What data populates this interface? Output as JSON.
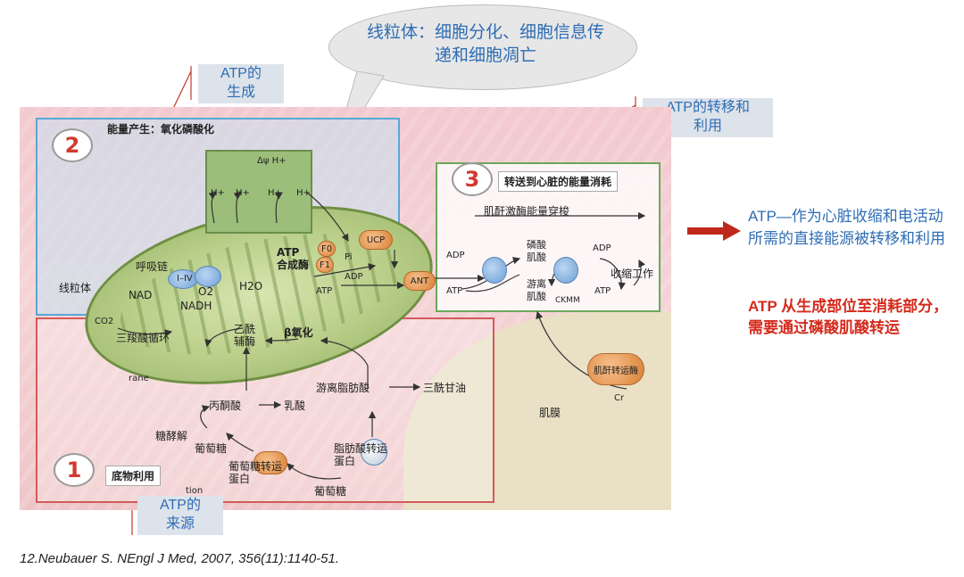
{
  "callouts": {
    "atp_generation": "ATP的\n生成",
    "atp_source": "ATP的\n来源",
    "atp_transfer": "ATP的转移和\n利用",
    "mitochondria_bubble": "线粒体：细胞分化、细胞信息传递和细胞凋亡"
  },
  "right_notes": {
    "blue": "ATP—作为心脏收缩和电活动所需的直接能源被转移和利用",
    "red": "ATP 从生成部位至消耗部分，需要通过磷酸肌酸转运"
  },
  "figure": {
    "panel1": {
      "number": "1",
      "title": "底物利用"
    },
    "panel2": {
      "number": "2",
      "title": "能量产生：氧化磷酸化"
    },
    "panel3": {
      "number": "3",
      "title": "转送到心脏的能量消耗"
    },
    "labels": {
      "mitochondrion": "线粒体",
      "respiratory_chain": "呼吸链",
      "complex": "I–IV",
      "nad": "NAD",
      "nadh": "NADH",
      "o2": "O2",
      "h2o": "H2O",
      "co2": "CO2",
      "h_plus": "H+",
      "delta_psi": "Δψ H+",
      "atp_synthase": "ATP\n合成酶",
      "fo": "F0",
      "f1": "F1",
      "pi": "Pi",
      "adp": "ADP",
      "atp": "ATP",
      "ucp": "UCP",
      "ant": "ANT",
      "tca": "三羧酸循环",
      "acetyl_coa": "乙酰\n辅酶",
      "beta_oxidation": "β氧化",
      "pyruvate": "丙酮酸",
      "lactate": "乳酸",
      "free_fatty_acid": "游离脂肪酸",
      "triglyceride": "三酰甘油",
      "glycolysis": "糖酵解",
      "glucose": "葡萄糖",
      "glucose_transporter": "葡萄糖转运\n蛋白",
      "fatty_acid_transporter": "脂肪酸转运\n蛋白",
      "glucose_bottom": "葡萄糖",
      "creatine_shuttle": "肌酐激酶能量穿梭",
      "phosphocreatine": "磷酸\n肌酸",
      "free_creatine": "游离\n肌酸",
      "ck_mm": "CKMM",
      "contraction": "收缩工作",
      "membrane": "肌膜",
      "creatine_transporter": "肌酐转运酶",
      "cr": "Cr",
      "membrane_fragment": "rane",
      "tion_fragment": "tion"
    }
  },
  "citation": "12.Neubauer S. NEngl J Med, 2007, 356(11):1140-51.",
  "colors": {
    "callout_text": "#2e6db5",
    "emphasis_red": "#d42a1c",
    "arrow_red": "#c0281b"
  }
}
